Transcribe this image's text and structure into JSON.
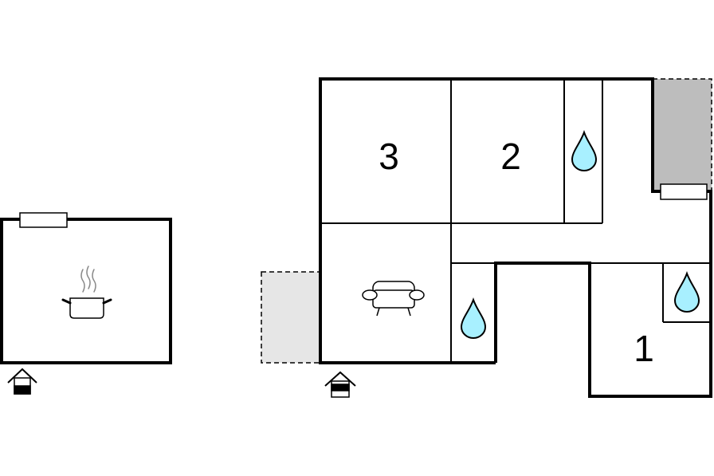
{
  "floorplan": {
    "rooms": [
      {
        "id": "bedroom-1",
        "number": "1"
      },
      {
        "id": "bedroom-2",
        "number": "2"
      },
      {
        "id": "bedroom-3",
        "number": "3"
      }
    ],
    "icons": {
      "kitchen": "cooking-pot-icon",
      "living": "sofa-icon",
      "bathroom": "water-drop-icon",
      "entrance": "entrance-house-icon",
      "window": "window-icon"
    },
    "colors": {
      "walls": "#000000",
      "water_drop_fill": "#a8f0ff",
      "terrace_light": "#e6e6e6",
      "terrace_dark": "#bdbdbd",
      "window_fill": "#ffffff"
    }
  }
}
